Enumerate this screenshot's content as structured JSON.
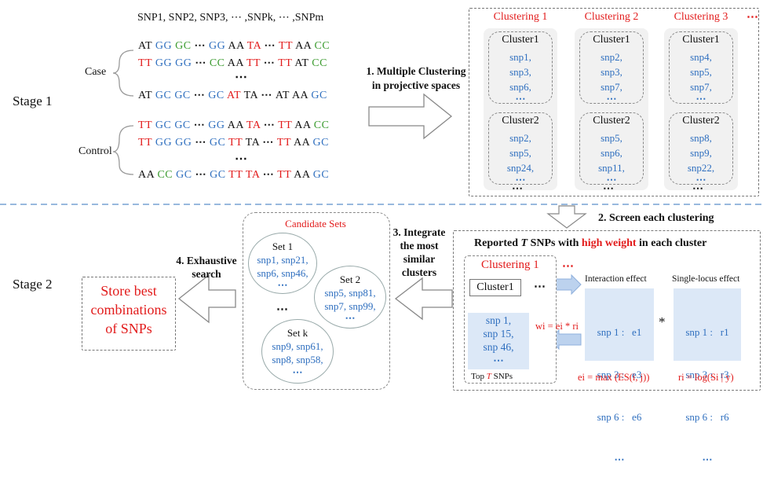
{
  "snp_header": "SNP1, SNP2, SNP3, ⋯ ,SNPk, ⋯ ,SNPm",
  "stage1": "Stage 1",
  "stage2": "Stage 2",
  "case_label": "Case",
  "control_label": "Control",
  "vdots": "⋮",
  "dots": "⋯",
  "case_rows": [
    [
      [
        "AT",
        "blk"
      ],
      [
        "GG",
        "blue"
      ],
      [
        "GC",
        "green"
      ],
      [
        "⋯",
        "blk"
      ],
      [
        "GG",
        "blue"
      ],
      [
        "AA",
        "blk"
      ],
      [
        "TA",
        "red"
      ],
      [
        "⋯",
        "blk"
      ],
      [
        "TT",
        "red"
      ],
      [
        "AA",
        "blk"
      ],
      [
        "CC",
        "green"
      ]
    ],
    [
      [
        "TT",
        "red"
      ],
      [
        "GG",
        "blue"
      ],
      [
        "GG",
        "blue"
      ],
      [
        "⋯",
        "blk"
      ],
      [
        "CC",
        "green"
      ],
      [
        "AA",
        "blk"
      ],
      [
        "TT",
        "red"
      ],
      [
        "⋯",
        "blk"
      ],
      [
        "TT",
        "red"
      ],
      [
        "AT",
        "blk"
      ],
      [
        "CC",
        "green"
      ]
    ],
    [
      [
        "AT",
        "blk"
      ],
      [
        "GC",
        "blue"
      ],
      [
        "GC",
        "blue"
      ],
      [
        "⋯",
        "blk"
      ],
      [
        "GC",
        "blue"
      ],
      [
        "AT",
        "red"
      ],
      [
        "TA",
        "blk"
      ],
      [
        "⋯",
        "blk"
      ],
      [
        "AT",
        "blk"
      ],
      [
        "AA",
        "blk"
      ],
      [
        "GC",
        "blue"
      ]
    ]
  ],
  "control_rows": [
    [
      [
        "TT",
        "red"
      ],
      [
        "GC",
        "blue"
      ],
      [
        "GC",
        "blue"
      ],
      [
        "⋯",
        "blk"
      ],
      [
        "GG",
        "blue"
      ],
      [
        "AA",
        "blk"
      ],
      [
        "TA",
        "red"
      ],
      [
        "⋯",
        "blk"
      ],
      [
        "TT",
        "red"
      ],
      [
        "AA",
        "blk"
      ],
      [
        "CC",
        "green"
      ]
    ],
    [
      [
        "TT",
        "red"
      ],
      [
        "GG",
        "blue"
      ],
      [
        "GG",
        "blue"
      ],
      [
        "⋯",
        "blk"
      ],
      [
        "GC",
        "blue"
      ],
      [
        "TT",
        "red"
      ],
      [
        "TA",
        "blk"
      ],
      [
        "⋯",
        "blk"
      ],
      [
        "TT",
        "red"
      ],
      [
        "AA",
        "blk"
      ],
      [
        "GC",
        "blue"
      ]
    ],
    [
      [
        "AA",
        "blk"
      ],
      [
        "CC",
        "green"
      ],
      [
        "GC",
        "blue"
      ],
      [
        "⋯",
        "blk"
      ],
      [
        "GC",
        "blue"
      ],
      [
        "TT",
        "red"
      ],
      [
        "TA",
        "red"
      ],
      [
        "⋯",
        "blk"
      ],
      [
        "TT",
        "red"
      ],
      [
        "AA",
        "blk"
      ],
      [
        "GC",
        "blue"
      ]
    ]
  ],
  "step1": [
    "1. Multiple Clustering",
    "in projective spaces"
  ],
  "clusterings": [
    {
      "title": "Clustering 1",
      "clusters": [
        {
          "name": "Cluster1",
          "snps": [
            "snp1,",
            "snp3,",
            "snp6,"
          ]
        },
        {
          "name": "Cluster2",
          "snps": [
            "snp2,",
            "snp5,",
            "snp24,"
          ]
        }
      ]
    },
    {
      "title": "Clustering 2",
      "clusters": [
        {
          "name": "Cluster1",
          "snps": [
            "snp2,",
            "snp3,",
            "snp7,"
          ]
        },
        {
          "name": "Cluster2",
          "snps": [
            "snp5,",
            "snp6,",
            "snp11,"
          ]
        }
      ]
    },
    {
      "title": "Clustering 3",
      "clusters": [
        {
          "name": "Cluster1",
          "snps": [
            "snp4,",
            "snp5,",
            "snp7,"
          ]
        },
        {
          "name": "Cluster2",
          "snps": [
            "snp8,",
            "snp9,",
            "snp22,"
          ]
        }
      ]
    }
  ],
  "clustering_more": "⋯",
  "step2": "2. Screen each clustering",
  "step3": [
    "3. Integrate",
    "the most",
    "similar",
    "clusters"
  ],
  "step4": [
    "4. Exhaustive",
    "search"
  ],
  "candidate_title": "Candidate Sets",
  "sets": [
    {
      "name": "Set 1",
      "lines": [
        "snp1, snp21,",
        "snp6, snp46,",
        "⋯"
      ]
    },
    {
      "name": "Set 2",
      "lines": [
        "snp5, snp81,",
        "snp7, snp99,",
        "⋯"
      ]
    },
    {
      "name": "Set k",
      "lines": [
        "snp9, snp61,",
        "snp8, snp58,",
        "⋯"
      ]
    }
  ],
  "store": [
    "Store best",
    "combinations",
    "of SNPs"
  ],
  "reported_parts": [
    "Reported ",
    "T",
    " SNPs with ",
    "high weight",
    " in each cluster"
  ],
  "inner_clustering": "Clustering 1",
  "inner_cluster1": "Cluster1",
  "top_snps": [
    "snp 1,",
    "snp 15,",
    "snp 46,",
    "⋯"
  ],
  "top_label_parts": [
    "Top ",
    "T",
    " SNPs"
  ],
  "wi_formula": "wi = ei * ri",
  "interaction_title": "Interaction effect",
  "single_title": "Single-locus effect",
  "interaction_rows": [
    "snp 1 :   e1",
    "snp 3 :   e3",
    "snp 6 :   e6",
    "⋯"
  ],
  "single_rows": [
    "snp 1 :   r1",
    "snp 3 :   r3",
    "snp 6 :   r6",
    "⋯"
  ],
  "star": "*",
  "ei_formula": "ei = max (ES(i, j))",
  "ri_formula": "ri = log(Si | y)"
}
